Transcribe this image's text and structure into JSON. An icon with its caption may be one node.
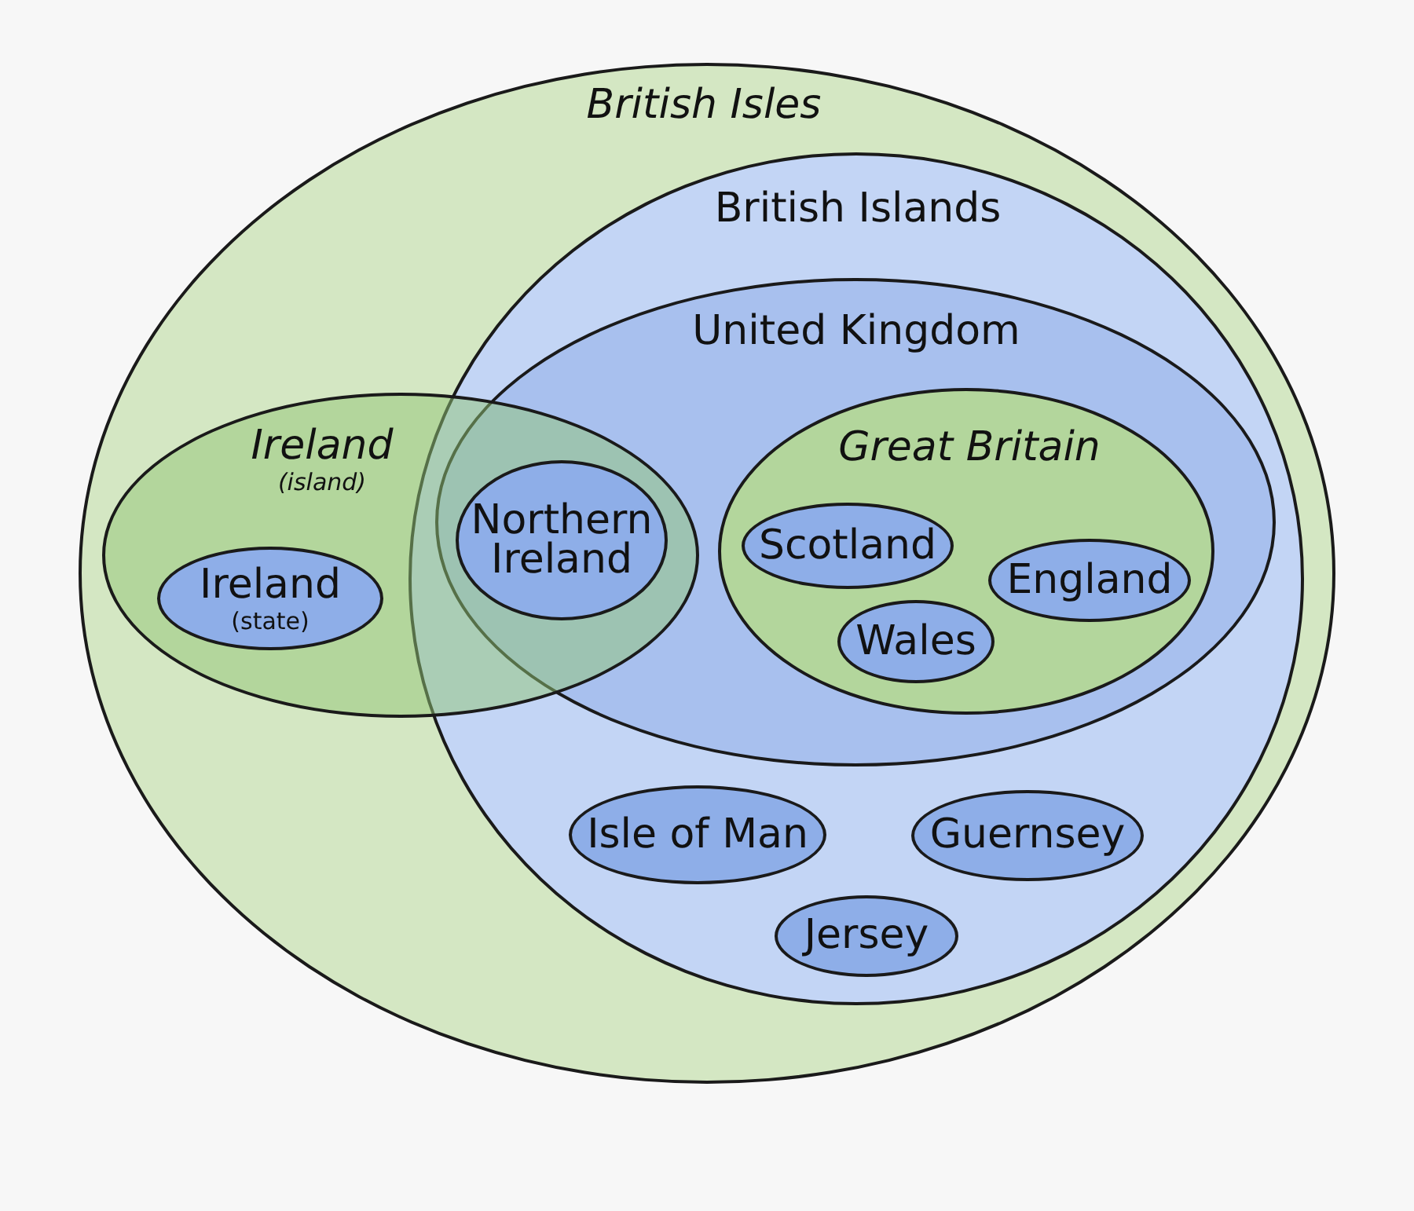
{
  "diagram": {
    "nodes": [
      {
        "text": [
          "British Isles"
        ]
      },
      {
        "text": [
          "British Islands"
        ],
        "in": 0
      },
      {
        "text": [
          "United Kingdom"
        ],
        "in": 1
      },
      {
        "text": [
          "Ireland",
          "(island)"
        ],
        "in": 0
      },
      {
        "text": [
          "Great Britain"
        ],
        "in": 2
      },
      {
        "text": [
          "Northern Ireland"
        ]
      },
      {
        "text": [
          "Scotland"
        ],
        "in": 4
      },
      {
        "text": [
          "Ireland",
          "(state)"
        ],
        "in": 3
      },
      {
        "text": [
          "England"
        ],
        "in": 4
      },
      {
        "text": [
          "Wales"
        ],
        "in": 4
      },
      {
        "text": [
          "Isle of Man"
        ],
        "in": 1
      },
      {
        "text": [
          "Guernsey"
        ],
        "in": 1
      },
      {
        "text": [
          "Jersey"
        ],
        "in": 1
      }
    ]
  }
}
